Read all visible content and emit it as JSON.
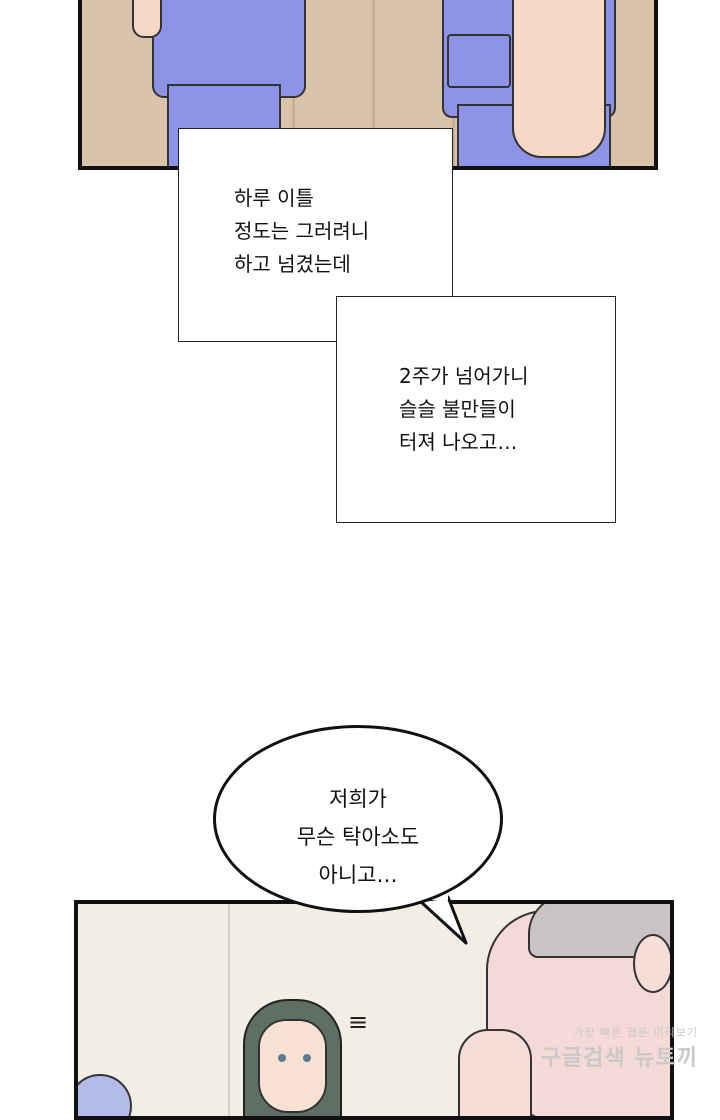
{
  "narration_1": [
    "하루 이틀",
    "정도는 그러려니",
    "하고 넘겼는데"
  ],
  "narration_2": [
    "2주가 넘어가니",
    "슬슬 불만들이",
    "터져 나오고…"
  ],
  "speech_bubble": [
    "저희가",
    "무슨 탁아소도",
    "아니고…"
  ],
  "sfx": "≡",
  "watermark": {
    "line1": "가장 빠른 웹툰 미리보기",
    "line2": "구글검색 뉴토끼"
  },
  "colors": {
    "scrub": "#8d93e6",
    "wall": "#d9c3ab",
    "border": "#111111"
  }
}
